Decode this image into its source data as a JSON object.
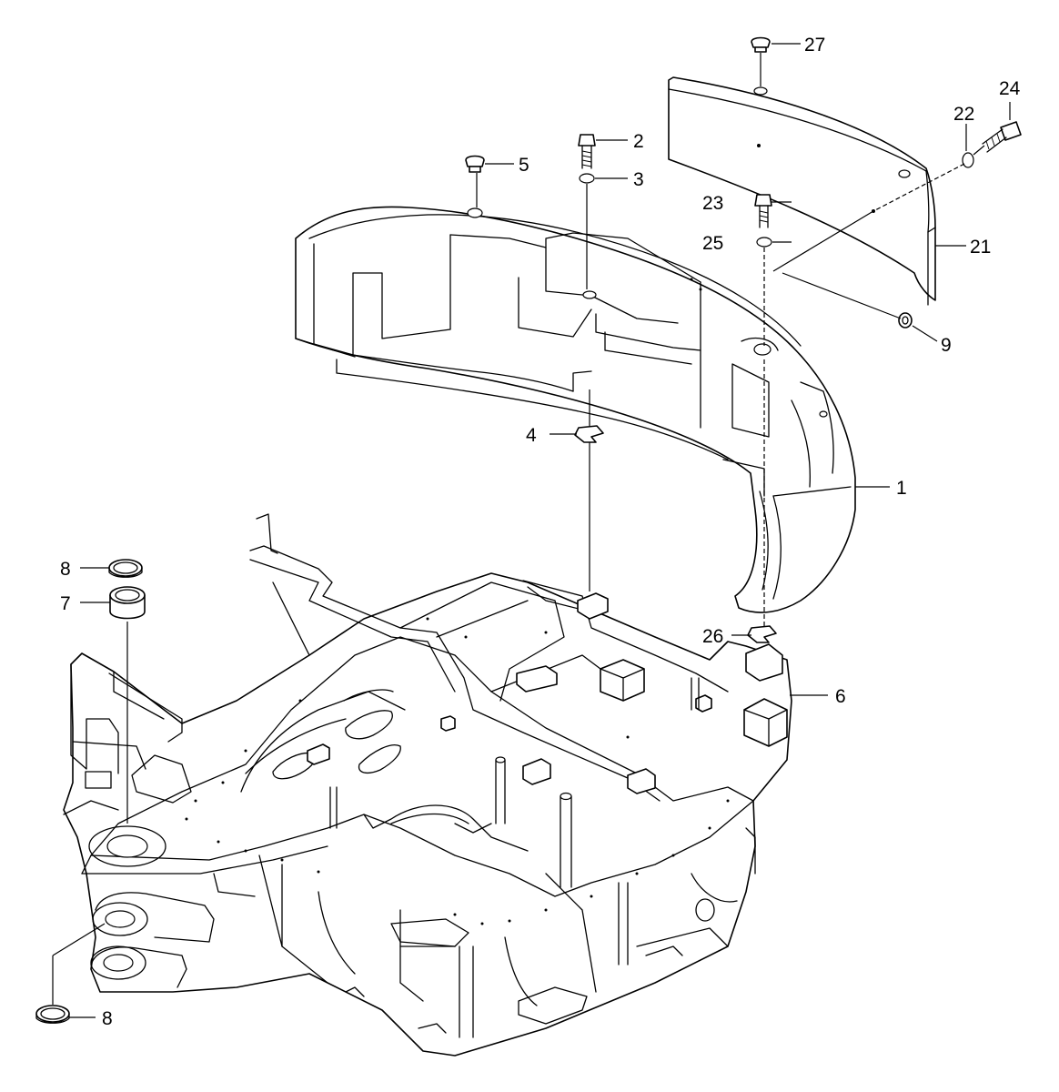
{
  "callouts": {
    "c1": "1",
    "c2": "2",
    "c3": "3",
    "c4": "4",
    "c5": "5",
    "c6": "6",
    "c7": "7",
    "c8a": "8",
    "c8b": "8",
    "c9": "9",
    "c21": "21",
    "c22": "22",
    "c23": "23",
    "c24": "24",
    "c25": "25",
    "c26": "26",
    "c27": "27"
  }
}
